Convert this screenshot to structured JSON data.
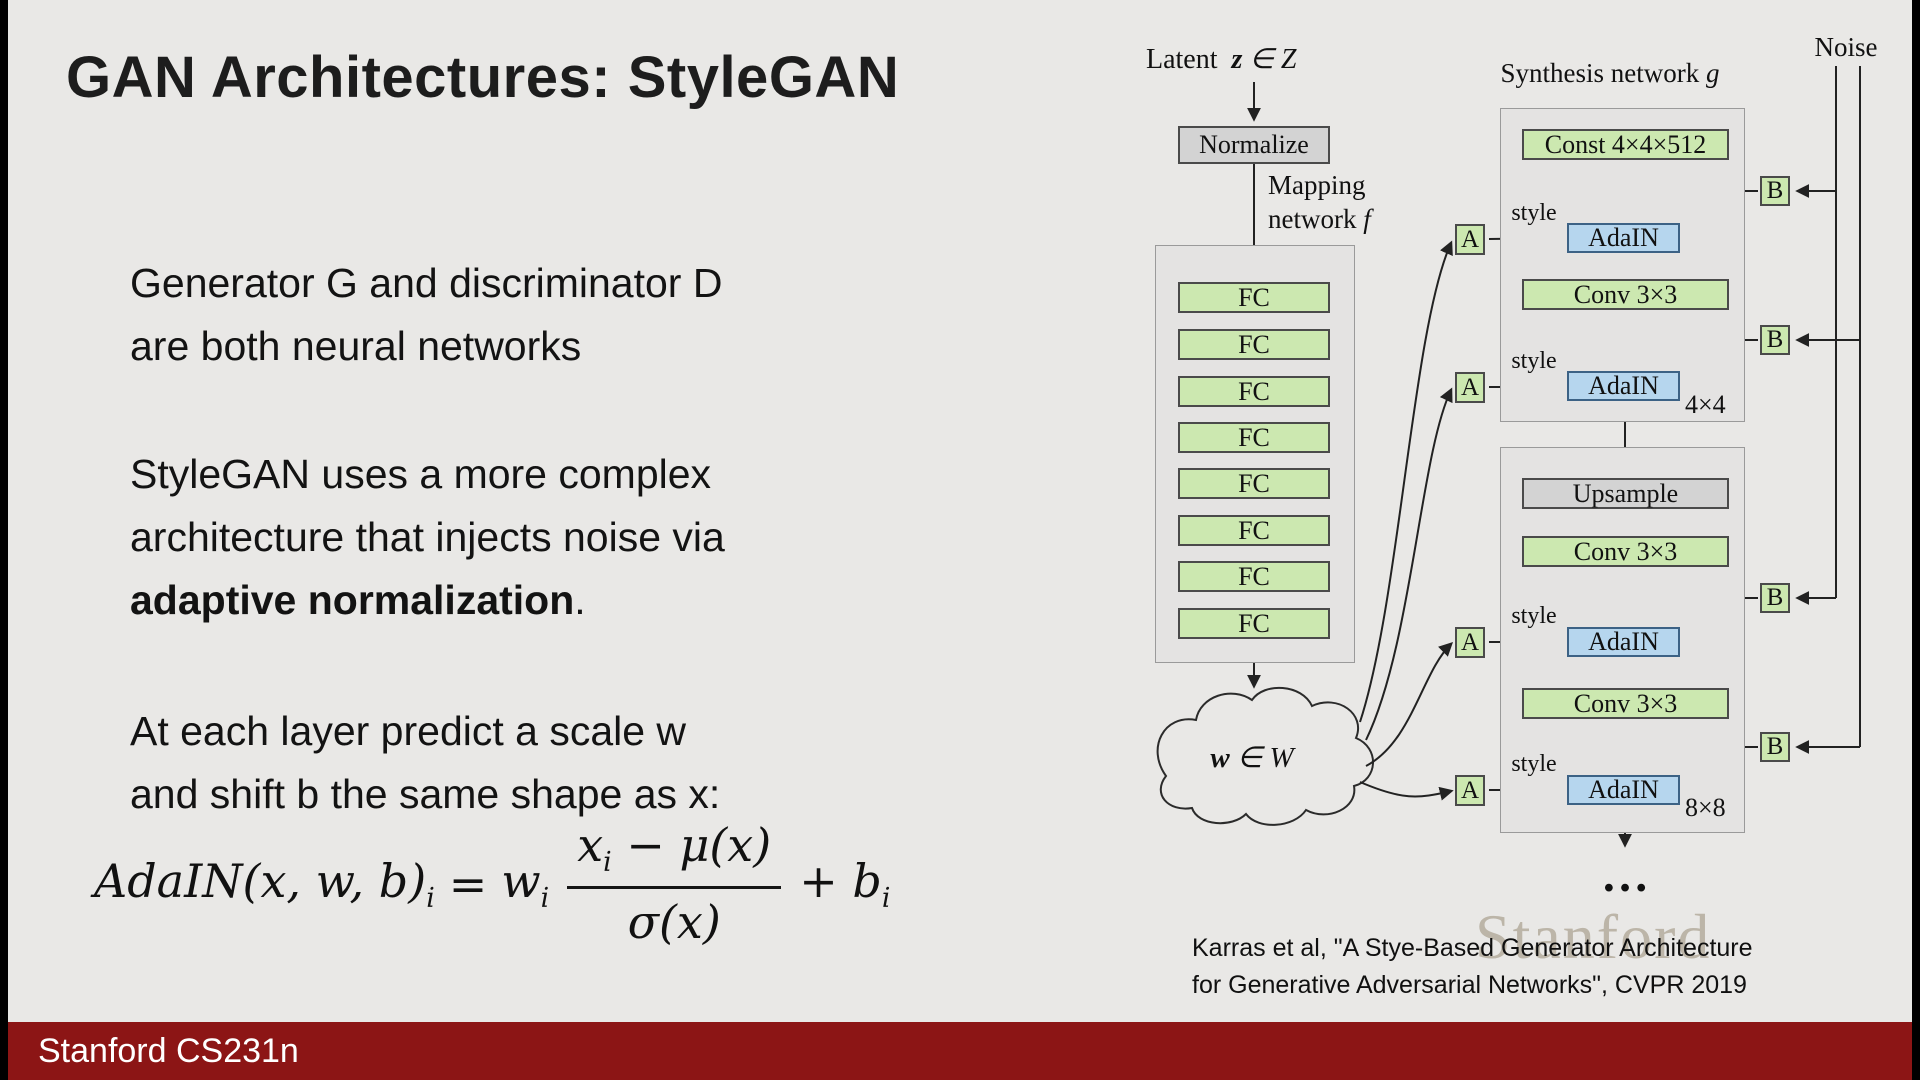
{
  "title": "GAN Architectures: StyleGAN",
  "left": {
    "p1": [
      "Generator G and discriminator D",
      "are both neural networks"
    ],
    "p2_pre": [
      "StyleGAN uses a more complex",
      "architecture that injects noise via"
    ],
    "p2_bold": "adaptive normalization",
    "p2_tail": ".",
    "p3": [
      "At each layer predict a scale w",
      "and shift b the same shape as x:"
    ],
    "formula": {
      "lhs": "AdaIN(x, w, b)",
      "lhs_sub": "i",
      "equals": "=",
      "coef": "w",
      "coef_sub": "i",
      "num_var": "x",
      "num_sub": "i",
      "num_rest": " − μ(x)",
      "den": "σ(x)",
      "tail": "+ b",
      "tail_sub": "i"
    }
  },
  "diagram": {
    "latent_text": "Latent",
    "latent_var": "z",
    "latent_rest": "∈ Z",
    "normalize": "Normalize",
    "mapping_line1": "Mapping",
    "mapping_line2": "network",
    "mapping_var": "f",
    "fc": [
      "FC",
      "FC",
      "FC",
      "FC",
      "FC",
      "FC",
      "FC",
      "FC"
    ],
    "cloud_var": "w",
    "cloud_rest": "∈ W",
    "synthesis_text": "Synthesis network",
    "synthesis_var": "g",
    "noise": "Noise",
    "const_label": "Const 4×4×512",
    "adain": "AdaIN",
    "conv": "Conv 3×3",
    "upsample": "Upsample",
    "a": "A",
    "b": "B",
    "style": "style",
    "res_4": "4×4",
    "res_8": "8×8",
    "dots": "…"
  },
  "citation": [
    "Karras et al, \"A Stye-Based Generator Architecture",
    "for Generative Adversarial Networks\", CVPR 2019"
  ],
  "watermark": "Stanford",
  "footer": "Stanford CS231n",
  "colors": {
    "background": "#e9e8e6",
    "footer_bg": "#8c1515",
    "box_green": "#cce8b0",
    "box_blue": "#b6d6ee",
    "box_gray": "#d3d3d3",
    "container_gray": "#e4e3e2",
    "wire": "#222222"
  }
}
